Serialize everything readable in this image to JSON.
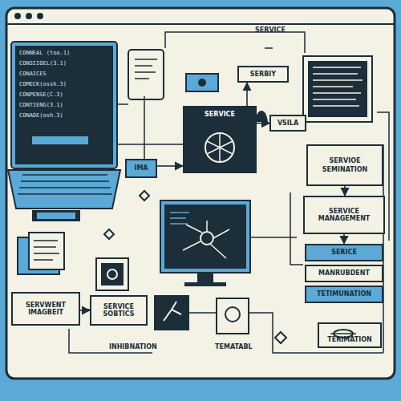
{
  "diagram": {
    "nodes": [
      {
        "text": [
          "SERBIY"
        ]
      },
      {
        "text": [
          "SERVICE"
        ]
      },
      {
        "text": [
          "VSILA"
        ]
      },
      {
        "text": [
          "IMA"
        ]
      },
      {
        "text": [
          "SERVIOE",
          "SEMINATION"
        ]
      },
      {
        "text": [
          "SERVICE MANAGEMENT"
        ]
      },
      {
        "text": [
          "SERICE"
        ]
      },
      {
        "text": [
          "MANRUBDENT"
        ]
      },
      {
        "text": [
          "TETIMUNATION"
        ]
      },
      {
        "text": [
          "SERVWENT IMAGBEIT"
        ]
      },
      {
        "text": [
          "SERVICE SOBTICS"
        ]
      },
      {
        "text": [
          "TERIMATION"
        ]
      }
    ],
    "edges": [
      {
        "from": 1,
        "to": 0,
        "arrow": "to"
      },
      {
        "from": 1,
        "to": 2,
        "arrow": "to"
      },
      {
        "from": 3,
        "to": 1,
        "arrow": "to"
      },
      {
        "from": 4,
        "to": 5,
        "arrow": "to"
      },
      {
        "from": 9,
        "to": 10,
        "arrow": "to"
      },
      {
        "from": 5,
        "to": 6,
        "arrow": "to"
      }
    ],
    "labels": [
      "SERVICE",
      "INHIBNATION",
      "TEMATABL",
      "CONNEAL (toa.1)",
      "CONSIIOEL(3.1)",
      "CONAICES",
      "COMECK(ossh.3)",
      "CONPENSE(C.3)",
      "CONTIENG(3.1)",
      "CONAOE(osh.3)"
    ]
  }
}
